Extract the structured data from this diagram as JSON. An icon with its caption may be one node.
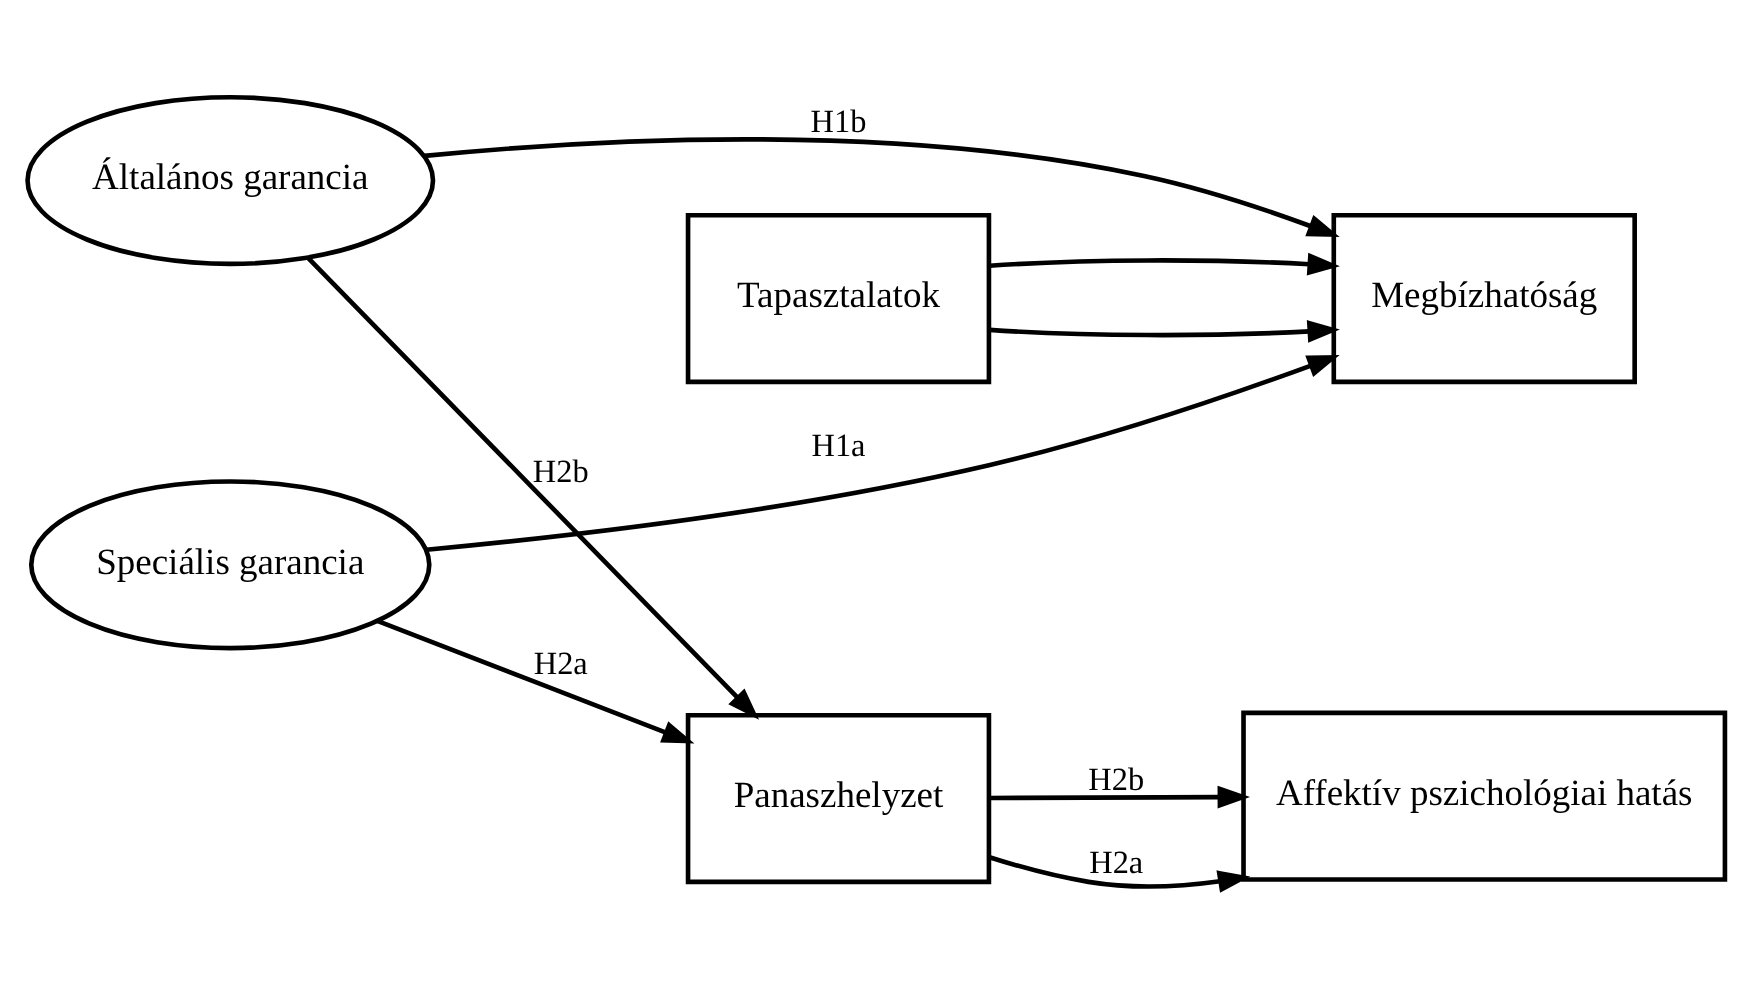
{
  "diagram": {
    "nodes": [
      {
        "text": [
          "Általános garancia"
        ]
      },
      {
        "text": [
          "Tapasztalatok"
        ]
      },
      {
        "text": [
          "Megbízhatóság"
        ]
      },
      {
        "text": [
          "Speciális garancia"
        ]
      },
      {
        "text": [
          "Panaszhelyzet"
        ]
      },
      {
        "text": [
          "Affektív pszichológiai hatás"
        ]
      }
    ],
    "edges": [
      {
        "from": 0,
        "to": 2,
        "arrow": "to",
        "label": "H1b"
      },
      {
        "from": 1,
        "to": 2,
        "arrow": "to"
      },
      {
        "from": 1,
        "to": 2,
        "arrow": "to"
      },
      {
        "from": 3,
        "to": 2,
        "arrow": "to",
        "label": "H1a"
      },
      {
        "from": 0,
        "to": 4,
        "arrow": "to",
        "label": "H2b"
      },
      {
        "from": 3,
        "to": 4,
        "arrow": "to",
        "label": "H2a"
      },
      {
        "from": 4,
        "to": 5,
        "arrow": "to",
        "label": "H2a"
      },
      {
        "from": 4,
        "to": 5,
        "arrow": "to",
        "label": "H2b"
      }
    ]
  }
}
